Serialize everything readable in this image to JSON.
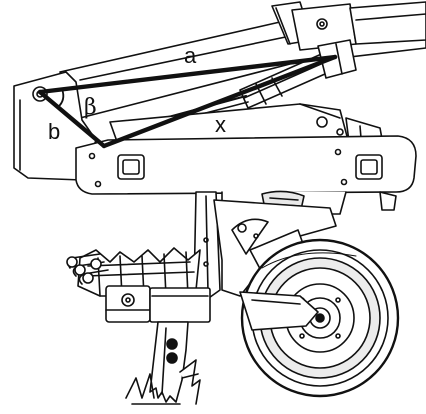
{
  "labels": {
    "a": "a",
    "b": "b",
    "beta": "β",
    "x": "x"
  },
  "colors": {
    "ink": "#111111",
    "paper": "#ffffff",
    "shade": "#d9d9d9",
    "dark": "#555555"
  }
}
